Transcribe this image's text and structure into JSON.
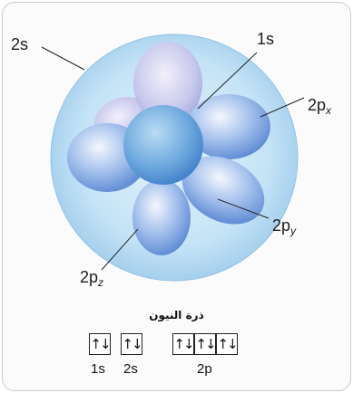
{
  "labels": {
    "s2": "2s",
    "s1": "1s",
    "px": {
      "main": "2p",
      "sub": "x"
    },
    "py": {
      "main": "2p",
      "sub": "y"
    },
    "pz": {
      "main": "2p",
      "sub": "z"
    }
  },
  "caption": "ذرة النيون",
  "orbital_boxes": [
    {
      "arrows": "↑↓"
    },
    {
      "arrows": "↑↓"
    },
    {
      "arrows": "↑↓"
    },
    {
      "arrows": "↑↓"
    },
    {
      "arrows": "↑↓"
    }
  ],
  "box_labels": {
    "s1": "1s",
    "s2": "2s",
    "p2": "2p"
  },
  "colors": {
    "sphere": "#bfe0f5",
    "lobe": "#5f8fd6",
    "core": "#6aa6dd"
  }
}
